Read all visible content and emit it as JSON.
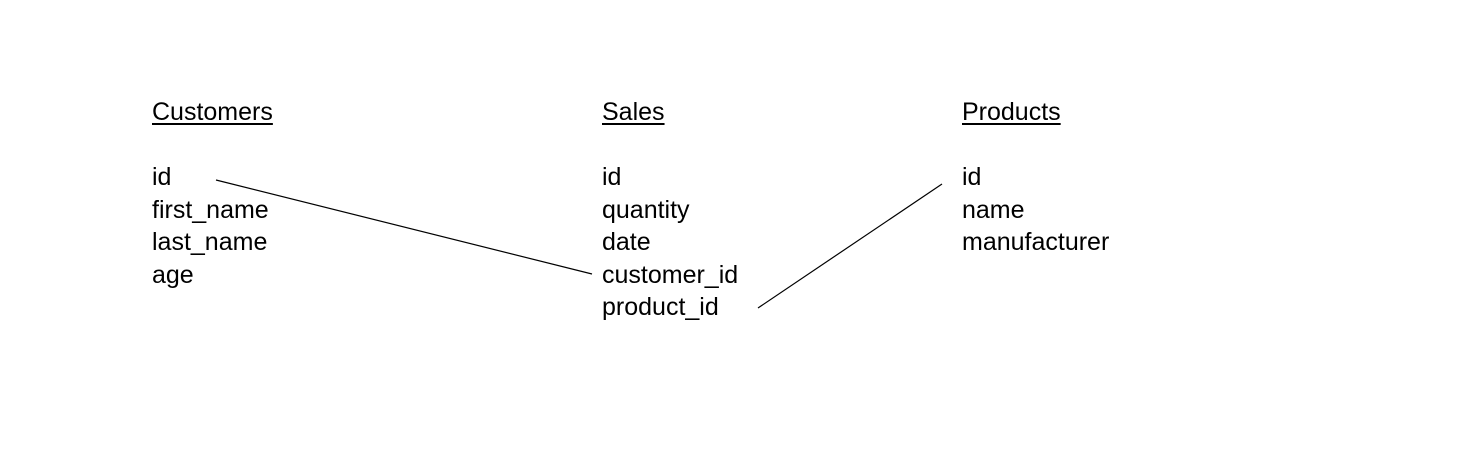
{
  "entities": [
    {
      "title": "Customers",
      "fields": [
        "id",
        "first_name",
        "last_name",
        "age"
      ]
    },
    {
      "title": "Sales",
      "fields": [
        "id",
        "quantity",
        "date",
        "customer_id",
        "product_id"
      ]
    },
    {
      "title": "Products",
      "fields": [
        "id",
        "name",
        "manufacturer"
      ]
    }
  ],
  "relationships": [
    {
      "from": "Customers.id",
      "to": "Sales.customer_id"
    },
    {
      "from": "Sales.product_id",
      "to": "Products.id"
    }
  ]
}
